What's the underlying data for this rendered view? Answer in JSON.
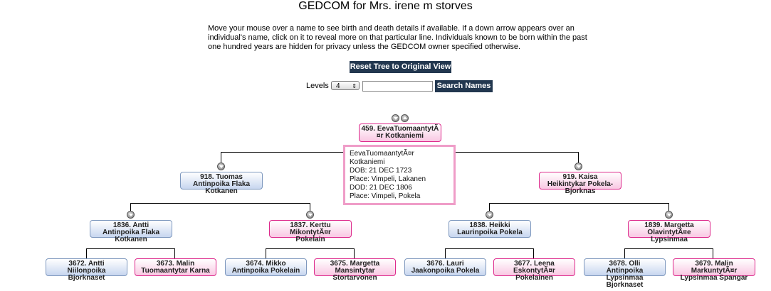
{
  "page": {
    "title": "GEDCOM for Mrs. irene m storves",
    "intro": "Move your mouse over a name to see birth and death details if available. If a down arrow appears over an individual's name, click on it to reveal more on that particular line. Individuals known to be born within the past one hundred years are hidden for privacy unless the GEDCOM owner specified otherwise."
  },
  "controls": {
    "reset_label": "Reset Tree to Original View",
    "levels_label": "Levels",
    "levels_value": "4",
    "search_value": "",
    "search_label": "Search Names"
  },
  "tree": {
    "root": {
      "line1": "459. EevaTuomaantytÃ",
      "line2": "¤r Kotkaniemi",
      "gender": "female"
    },
    "g1_father": {
      "line1": "918. Tuomas",
      "line2": "Antinpoika Flaka",
      "line3": "Kotkanen",
      "gender": "male"
    },
    "g1_mother": {
      "line1": "919. Kaisa",
      "line2": "Heikintykar Pokela-",
      "line3": "Bjorknas",
      "gender": "female"
    },
    "g2_1": {
      "line1": "1836. Antti",
      "line2": "Antinpoika Flaka",
      "line3": "Kotkanen",
      "gender": "male"
    },
    "g2_2": {
      "line1": "1837. Kerttu",
      "line2": "MikontytÃ¤r",
      "line3": "Pokelain",
      "gender": "female"
    },
    "g2_3": {
      "line1": "1838. Heikki",
      "line2": "Laurinpoika Pokela",
      "gender": "male"
    },
    "g2_4": {
      "line1": "1839. Margetta",
      "line2": "OlavintytÃ¤e",
      "line3": "Lypsinmaa",
      "gender": "female"
    },
    "g3_1": {
      "line1": "3672. Antti",
      "line2": "Niilonpoika",
      "line3": "Bjorknaset",
      "gender": "male"
    },
    "g3_2": {
      "line1": "3673. Malin",
      "line2": "Tuomaantytar Karna",
      "gender": "female"
    },
    "g3_3": {
      "line1": "3674. Mikko",
      "line2": "Antinpoika Pokelain",
      "gender": "male"
    },
    "g3_4": {
      "line1": "3675. Margetta",
      "line2": "Mansintytar",
      "line3": "Stortarvonen",
      "gender": "female"
    },
    "g3_5": {
      "line1": "3676. Lauri",
      "line2": "Jaakonpoika Pokela",
      "gender": "male"
    },
    "g3_6": {
      "line1": "3677. Leena",
      "line2": "EskontytÃ¤r",
      "line3": "Pokelainen",
      "gender": "female"
    },
    "g3_7": {
      "line1": "3678. Olli",
      "line2": "Antinpoika",
      "line3": "Lypsinmaa",
      "line4": "Bjorknaset",
      "gender": "male"
    },
    "g3_8": {
      "line1": "3679. Malin",
      "line2": "MarkuntytÃ¤r",
      "line3": "Lypsinmaa Spangar",
      "gender": "female"
    }
  },
  "tooltip": {
    "name1": "EevaTuomaantytÃ¤r",
    "name2": "Kotkaniemi",
    "dob": "DOB: 21 DEC 1723",
    "birth_place": "Place: Vimpeli, Lakanen",
    "dod": "DOD: 21 DEC 1806",
    "death_place": "Place: Vimpeli, Pokela"
  },
  "colors": {
    "male_border": "#7e98be",
    "female_border": "#dd2a8c",
    "button_bg": "#22374f",
    "tooltip_border": "#ef9dc8"
  }
}
